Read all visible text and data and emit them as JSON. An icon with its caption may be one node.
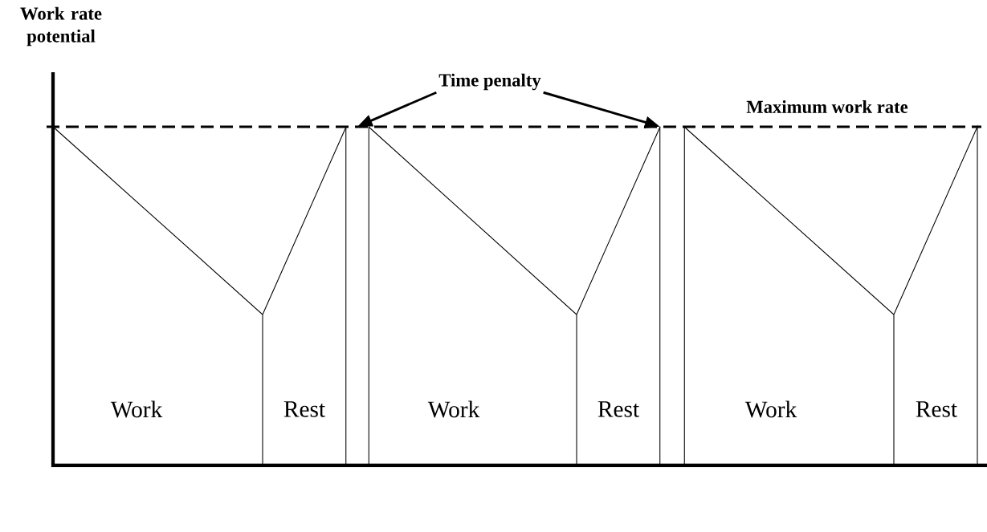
{
  "diagram": {
    "nodes": [
      {
        "text": [
          "Time penalty"
        ]
      },
      {
        "text": [],
        "shape": "bar"
      },
      {
        "text": [],
        "shape": "bar"
      }
    ],
    "edges": [
      {
        "from": 0,
        "to": 1,
        "arrow": "to"
      },
      {
        "from": 0,
        "to": 2,
        "arrow": "to"
      }
    ],
    "labels": [
      "Work rate potential",
      "Maximum work rate",
      "Work",
      "Rest",
      "Work",
      "Rest",
      "Work",
      "Rest"
    ]
  }
}
